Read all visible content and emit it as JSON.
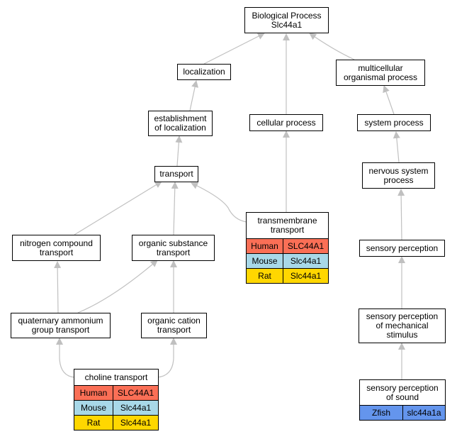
{
  "nodes": {
    "bio": "Biological Process\nSlc44a1",
    "loc": "localization",
    "multi": "multicellular\norganismal process",
    "est": "establishment\nof localization",
    "cell": "cellular process",
    "sys": "system process",
    "trans": "transport",
    "nerv": "nervous system\nprocess",
    "tm": "transmembrane\ntransport",
    "nitro": "nitrogen compound\ntransport",
    "org": "organic substance\ntransport",
    "sens": "sensory perception",
    "quat": "quaternary ammonium\ngroup transport",
    "orgcat": "organic cation\ntransport",
    "mech": "sensory perception\nof mechanical\nstimulus",
    "chol": "choline transport",
    "sound": "sensory perception\nof sound"
  },
  "orthologs": {
    "tm": [
      {
        "species": "Human",
        "gene": "SLC44A1",
        "color": "#FA6F56"
      },
      {
        "species": "Mouse",
        "gene": "Slc44a1",
        "color": "#A8D8E8"
      },
      {
        "species": "Rat",
        "gene": "Slc44a1",
        "color": "#FFD700"
      }
    ],
    "chol": [
      {
        "species": "Human",
        "gene": "SLC44A1",
        "color": "#FA6F56"
      },
      {
        "species": "Mouse",
        "gene": "Slc44a1",
        "color": "#A8D8E8"
      },
      {
        "species": "Rat",
        "gene": "Slc44a1",
        "color": "#FFD700"
      }
    ],
    "sound": [
      {
        "species": "Zfish",
        "gene": "slc44a1a",
        "color": "#6495ED"
      }
    ]
  },
  "edge_color": "#C0C0C0"
}
